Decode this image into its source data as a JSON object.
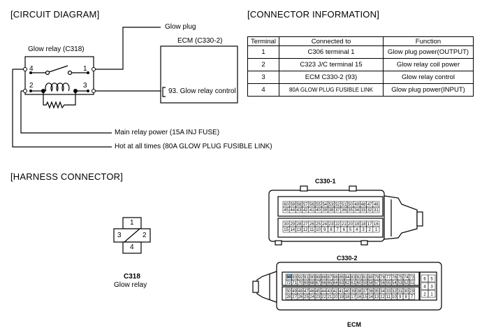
{
  "headings": {
    "circuit": "[CIRCUIT DIAGRAM]",
    "connector_info": "[CONNECTOR INFORMATION]",
    "harness": "[HARNESS CONNECTOR]"
  },
  "circuit": {
    "glow_plug": "Glow plug",
    "glow_relay": "Glow relay (C318)",
    "ecm": "ECM (C330-2)",
    "ecm_pin": "93. Glow relay control",
    "pins": [
      "4",
      "1",
      "2",
      "3"
    ],
    "main_relay": "Main relay power (15A INJ FUSE)",
    "hot_at_all_times": "Hot at all times (80A GLOW PLUG FUSIBLE LINK)"
  },
  "connector_table": {
    "headers": [
      "Terminal",
      "Connected to",
      "Function"
    ],
    "rows": [
      [
        "1",
        "C306 terminal 1",
        "Glow plug power(OUTPUT)"
      ],
      [
        "2",
        "C323 J/C terminal 15",
        "Glow relay coil power"
      ],
      [
        "3",
        "ECM C330-2 (93)",
        "Glow relay control"
      ],
      [
        "4",
        "80A GLOW PLUG FUSIBLE LINK",
        "Glow plug power(INPUT)"
      ]
    ]
  },
  "harness": {
    "c318_pins": [
      "1",
      "3",
      "2",
      "4"
    ],
    "c318_name": "C318",
    "c318_desc": "Glow relay",
    "c330_1": "C330-1",
    "c330_2": "C330-2",
    "ecm": "ECM",
    "c330_1_rows": [
      [
        "60",
        "59",
        "58",
        "57",
        "56",
        "55",
        "54",
        "53",
        "52",
        "51",
        "50",
        "49",
        "48",
        "47",
        "46"
      ],
      [
        "45",
        "44",
        "43",
        "42",
        "41",
        "40",
        "39",
        "38",
        "37",
        "36",
        "35",
        "34",
        "33",
        "32",
        "31"
      ],
      [
        "30",
        "29",
        "28",
        "27",
        "26",
        "25",
        "24",
        "23",
        "22",
        "21",
        "20",
        "19",
        "18",
        "17",
        "16"
      ],
      [
        "15",
        "14",
        "13",
        "12",
        "11",
        "10",
        "9",
        "8",
        "7",
        "6",
        "5",
        "4",
        "3",
        "2",
        "1"
      ]
    ],
    "c330_2_rows": [
      [
        "94",
        "93",
        "92",
        "91",
        "90",
        "89",
        "88",
        "87",
        "86",
        "85",
        "84",
        "83",
        "82",
        "81",
        "80",
        "79",
        "78",
        "77",
        "76",
        "75",
        "74",
        "73"
      ],
      [
        "72",
        "71",
        "70",
        "69",
        "68",
        "67",
        "66",
        "65",
        "64",
        "63",
        "62",
        "61",
        "60",
        "59",
        "58",
        "57",
        "56",
        "55",
        "54",
        "53",
        "52",
        "51"
      ],
      [
        "50",
        "49",
        "48",
        "47",
        "46",
        "45",
        "44",
        "43",
        "42",
        "41",
        "40",
        "39",
        "38",
        "37",
        "36",
        "35",
        "34",
        "33",
        "32",
        "31",
        "30",
        "29"
      ],
      [
        "28",
        "27",
        "26",
        "25",
        "24",
        "23",
        "22",
        "21",
        "20",
        "19",
        "18",
        "17",
        "16",
        "15",
        "14",
        "13",
        "12",
        "11",
        "10",
        "9",
        "8",
        "7"
      ]
    ],
    "c330_2_side": [
      "6",
      "5",
      "4",
      "3",
      "2",
      "1"
    ]
  }
}
